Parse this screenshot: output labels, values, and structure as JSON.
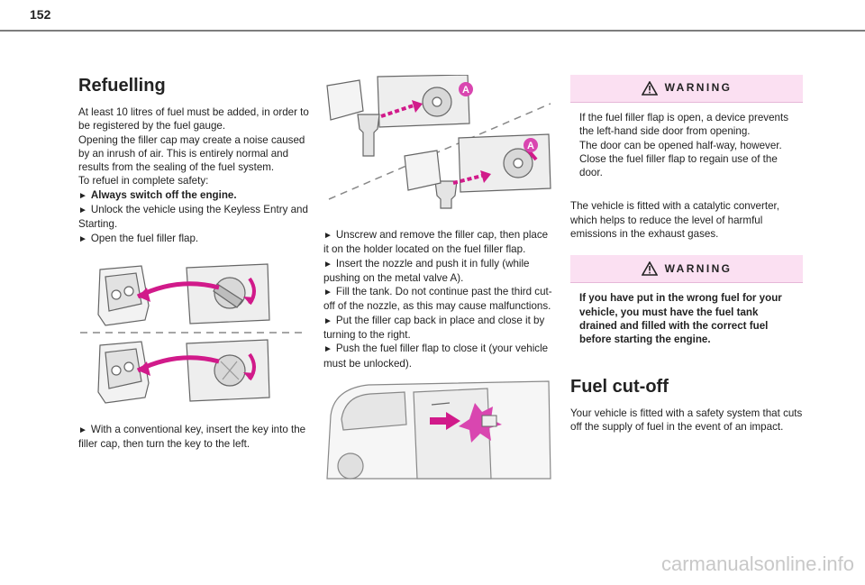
{
  "page_number": "152",
  "col1": {
    "title": "Refuelling",
    "intro": [
      "At least 10 litres of fuel must be added, in order to be registered by the fuel gauge.",
      "Opening the filler cap may create a noise caused by an inrush of air. This is entirely normal and results from the sealing of the fuel system.",
      "To refuel in complete safety:"
    ],
    "steps": [
      {
        "text": "Always switch off the engine.",
        "bold": true
      },
      {
        "text": "Unlock the vehicle using the Keyless Entry and Starting.",
        "bold": false
      },
      {
        "text": "Open the fuel filler flap.",
        "bold": false
      }
    ],
    "after_figure": "With a conventional key, insert the key into the filler cap, then turn the key to the left."
  },
  "col2": {
    "callout_label": "A",
    "steps": [
      "Unscrew and remove the filler cap, then place it on the holder located on the fuel filler flap.",
      "Insert the nozzle and push it in fully (while pushing on the metal valve A).",
      "Fill the tank. Do not continue past the third cut-off of the nozzle, as this may cause malfunctions.",
      "Put the filler cap back in place and close it by turning to the right.",
      "Push the fuel filler flap to close it (your vehicle must be unlocked)."
    ]
  },
  "col3": {
    "warning1": {
      "heading": "WARNING",
      "lines": [
        "If the fuel filler flap is open, a device prevents the left-hand side door from opening.",
        "The door can be opened half-way, however.",
        "Close the fuel filler flap to regain use of the door."
      ]
    },
    "catalytic": "The vehicle is fitted with a catalytic converter, which helps to reduce the level of harmful emissions in the exhaust gases.",
    "warning2": {
      "heading": "WARNING",
      "text": "If you have put in the wrong fuel for your vehicle, you must have the fuel tank drained and filled with the correct fuel before starting the engine."
    },
    "title": "Fuel cut-off",
    "cutoff": "Your vehicle is fitted with a safety system that cuts off the supply of fuel in the event of an impact."
  },
  "arrow_glyph": "►",
  "colors": {
    "accent": "#d946b0",
    "arrow": "#d11a8a",
    "warning_bg": "#fbe0f2"
  },
  "footer": "carmanualsonline.info"
}
